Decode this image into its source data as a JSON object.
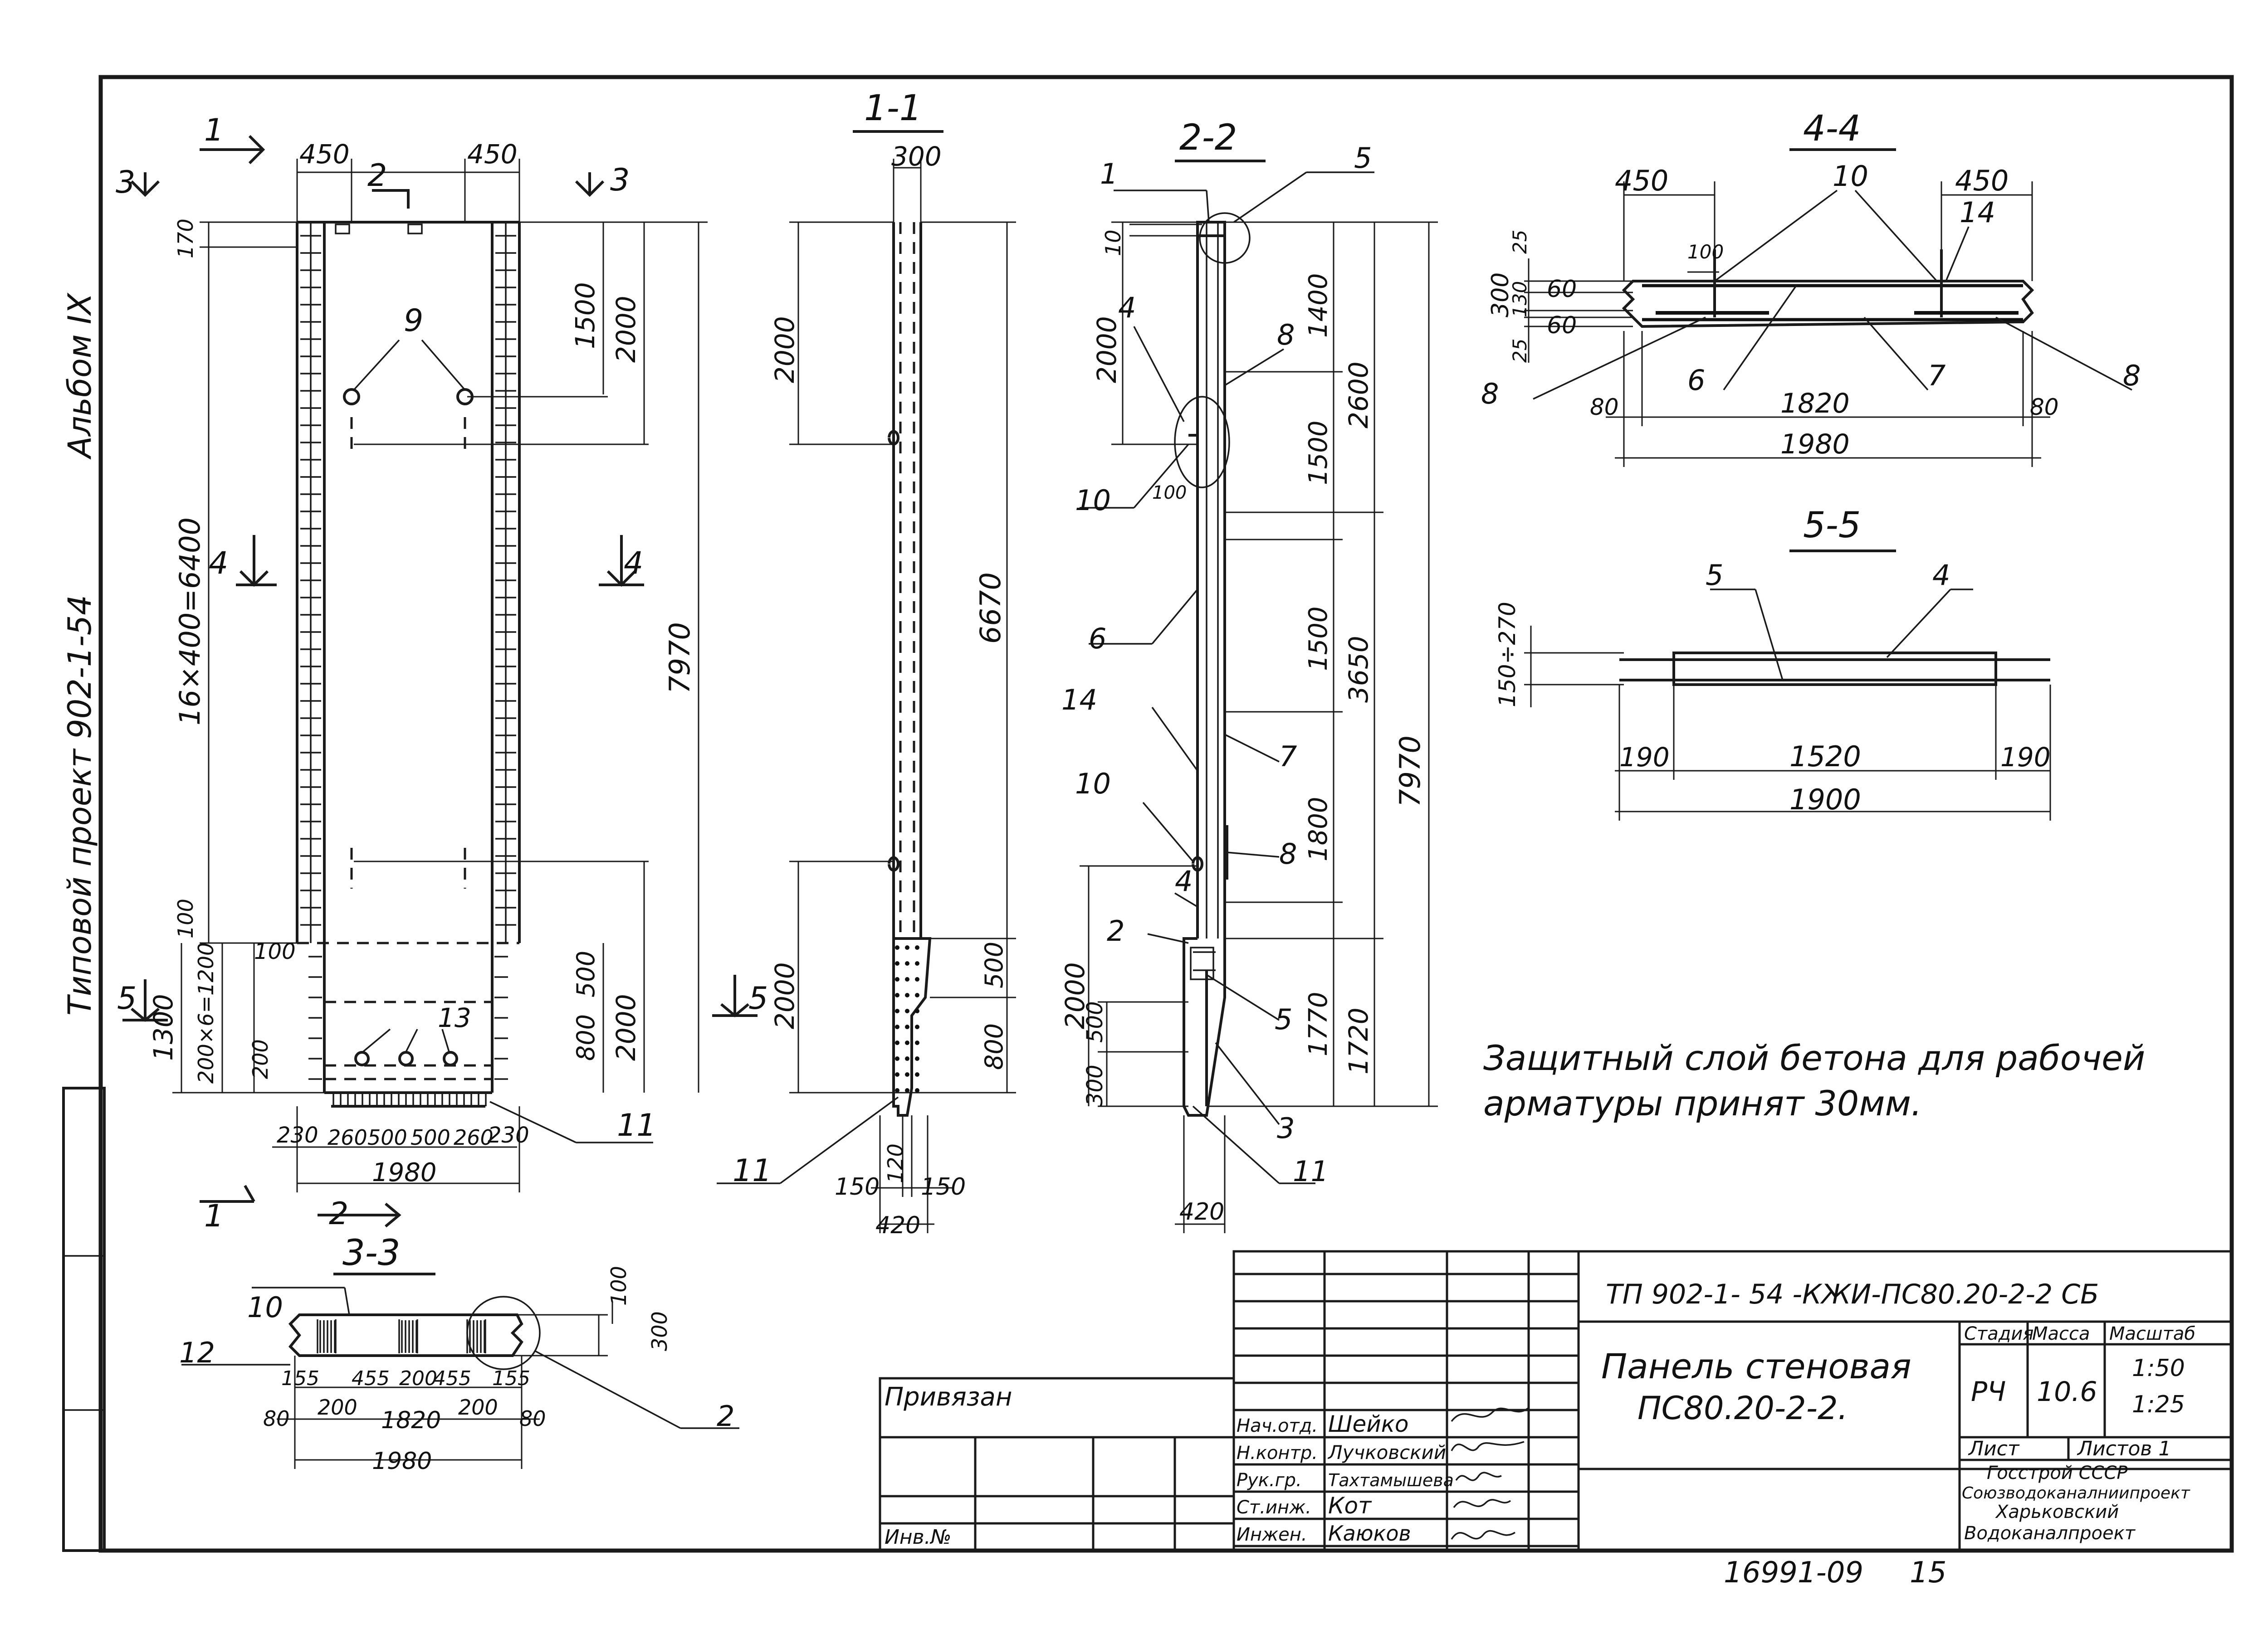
{
  "sheet": {
    "album_label": "Альбом IX",
    "project_label": "Типовой проект 902-1-54",
    "doc_number": "16991-09",
    "page_number": "15",
    "note_line1": "Защитный слой бетона для рабочей",
    "note_line2": "арматуры принят 30мм."
  },
  "main_view": {
    "dims": [
      "450",
      "450",
      "170",
      "1500",
      "2000",
      "16×400=6400",
      "7970",
      "100",
      "100",
      "1300",
      "500",
      "800",
      "2000",
      "200×6=1200",
      "200",
      "230",
      "260",
      "500",
      "500",
      "260",
      "230",
      "1980"
    ],
    "cuts": [
      "1",
      "1",
      "2",
      "2",
      "3",
      "3",
      "4",
      "4",
      "5",
      "5"
    ],
    "callouts": [
      "9",
      "13",
      "11"
    ]
  },
  "section_1_1": {
    "title": "1-1",
    "dims": [
      "300",
      "2000",
      "6670",
      "2000",
      "500",
      "800",
      "150",
      "120",
      "150",
      "420"
    ],
    "callouts": [
      "11"
    ]
  },
  "section_2_2": {
    "title": "2-2",
    "dims": [
      "10",
      "2000",
      "1400",
      "2600",
      "1500",
      "100",
      "1500",
      "3650",
      "7970",
      "1800",
      "2000",
      "500",
      "300",
      "1770",
      "1720",
      "420"
    ],
    "callouts": [
      "1",
      "5",
      "4",
      "8",
      "10",
      "6",
      "14",
      "7",
      "10",
      "8",
      "4",
      "2",
      "5",
      "3",
      "11"
    ]
  },
  "section_3_3": {
    "title": "3-3",
    "dims": [
      "100",
      "300",
      "155",
      "455",
      "200",
      "455",
      "155",
      "80",
      "200",
      "1820",
      "200",
      "80",
      "1980"
    ],
    "callouts": [
      "10",
      "12",
      "2"
    ]
  },
  "section_4_4": {
    "title": "4-4",
    "dims": [
      "450",
      "450",
      "25",
      "100",
      "300",
      "130",
      "60",
      "60",
      "25",
      "80",
      "1820",
      "80",
      "1980"
    ],
    "callouts": [
      "10",
      "14",
      "6",
      "7",
      "8",
      "8"
    ]
  },
  "section_5_5": {
    "title": "5-5",
    "dims": [
      "150÷270",
      "190",
      "1520",
      "190",
      "1900"
    ],
    "callouts": [
      "5",
      "4"
    ]
  },
  "title_block": {
    "code": "ТП 902-1- 54 -КЖИ-ПС80.20-2-2 СБ",
    "name_line1": "Панель стеновая",
    "name_line2": "ПС80.20-2-2.",
    "stage_header": "Стадия",
    "mass_header": "Масса",
    "scale_header": "Масштаб",
    "stage": "РЧ",
    "mass": "10.6",
    "scale1": "1:50",
    "scale2": "1:25",
    "sheet_label": "Лист",
    "sheets_label": "Листов 1",
    "org1": "Госстрой СССР",
    "org2": "Союзводоканалниипроект",
    "org3": "Харьковский",
    "org4": "Водоканалпроект",
    "bound_label": "Привязан",
    "inv_label": "Инв.№",
    "roles": [
      {
        "role": "Нач.отд.",
        "name": "Шейко"
      },
      {
        "role": "Н.контр.",
        "name": "Лучковский"
      },
      {
        "role": "Рук.гр.",
        "name": "Тахтамышева"
      },
      {
        "role": "Ст.инж.",
        "name": "Кот"
      },
      {
        "role": "Инжен.",
        "name": "Каюков"
      }
    ]
  }
}
